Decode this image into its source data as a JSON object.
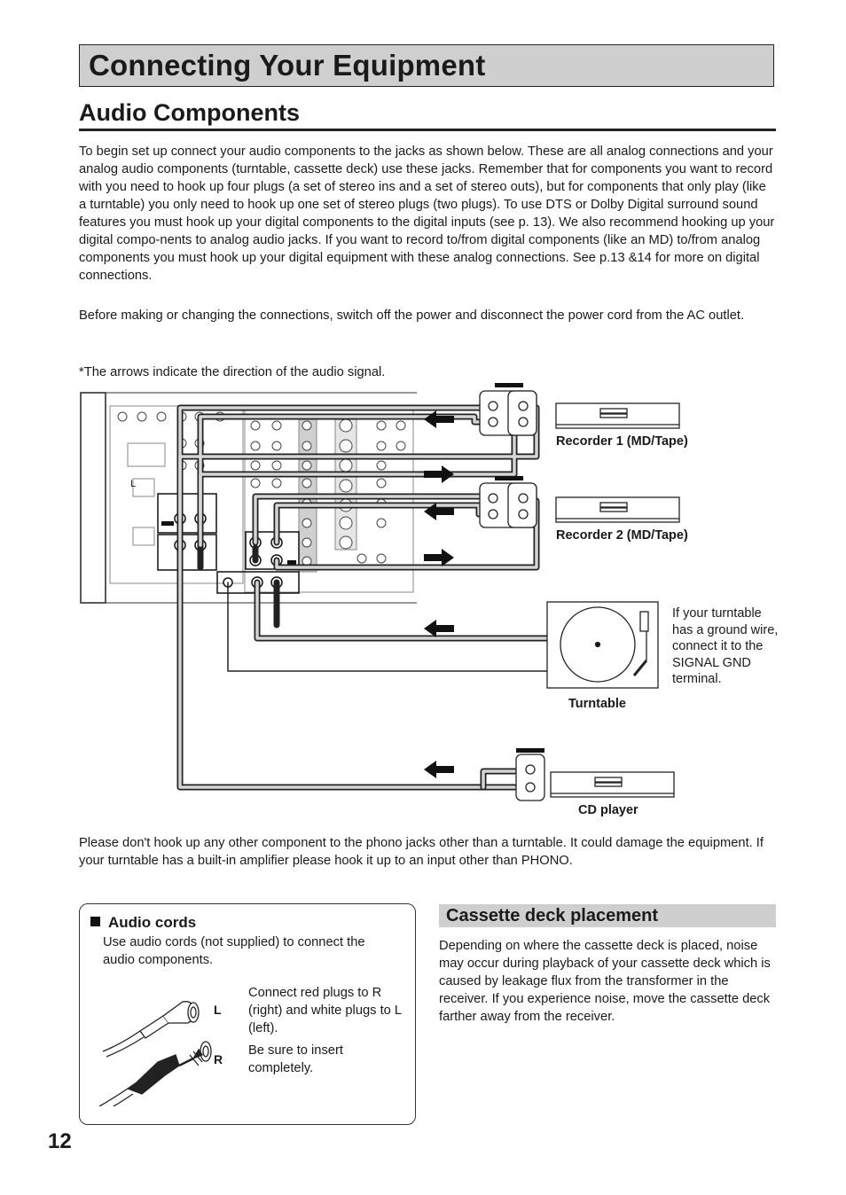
{
  "page": {
    "title": "Connecting Your Equipment",
    "section_title": "Audio Components",
    "intro_paragraph": "To begin set up connect your audio components to the jacks as shown below. These are all analog connections and your analog audio components (turntable, cassette deck) use these jacks. Remember that for components you want to record with you need to hook up four plugs (a set of stereo ins and a set of stereo outs), but for components that only play (like a turntable) you only need to hook up one set of stereo plugs (two plugs). To use DTS or Dolby Digital surround sound features you must hook up your digital components to the digital inputs (see p. 13). We also recommend hooking up your digital compo-nents to analog audio jacks. If you want to record to/from digital components (like an MD) to/from analog components you must hook up your digital equipment with these analog connections. See p.13 &14 for more on digital connections.",
    "power_paragraph": "Before making or changing the connections, switch off the power and disconnect the power cord from the AC outlet.",
    "arrows_note": "*The arrows indicate the direction of the audio signal.",
    "phono_warning": "Please don't hook up any other component to the phono jacks other than a turntable. It could damage the equipment. If your turntable has a built-in amplifier please hook it up to an input other than PHONO.",
    "page_number": "12"
  },
  "diagram": {
    "recorder1_label": "Recorder 1 (MD/Tape)",
    "recorder2_label": "Recorder 2 (MD/Tape)",
    "turntable_label": "Turntable",
    "cd_label": "CD player",
    "ground_note": "If your turntable has a ground wire, connect it to the SIGNAL GND terminal.",
    "l_marker": "L"
  },
  "audio_cords": {
    "heading": "Audio cords",
    "text": "Use audio cords (not supplied) to connect the audio components.",
    "connect_text": "Connect red plugs to R (right) and white plugs to L (left).",
    "insert_text": "Be sure to insert completely.",
    "l_label": "L",
    "r_label": "R"
  },
  "cassette": {
    "heading": "Cassette deck placement",
    "text": "Depending on where the cassette deck is placed, noise may occur during playback of your cassette deck which is caused by leakage flux from the transformer in the receiver. If you experience noise, move the cassette deck farther away from the receiver."
  }
}
